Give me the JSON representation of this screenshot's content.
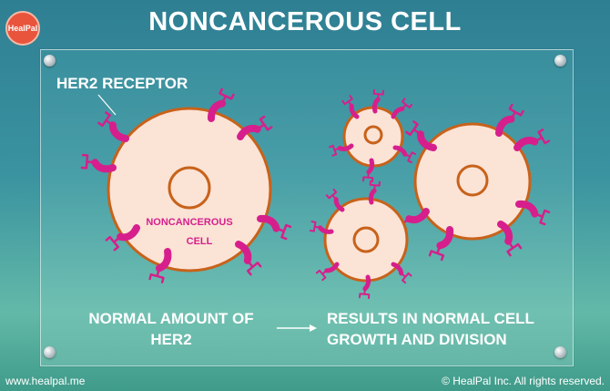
{
  "header": {
    "title": "NONCANCEROUS CELL",
    "logo_text": "HealPal"
  },
  "diagram": {
    "receptor_label": "HER2 RECEPTOR",
    "cell_label_line1": "NONCANCEROUS",
    "cell_label_line2": "CELL",
    "cause_line1": "NORMAL AMOUNT OF",
    "cause_line2": "HER2",
    "effect_line1": "RESULTS IN NORMAL CELL",
    "effect_line2": "GROWTH AND DIVISION"
  },
  "footer": {
    "website": "www.healpal.me",
    "copyright": "© HealPal Inc. All rights reserved."
  },
  "colors": {
    "cell_fill": "#fbe3d6",
    "cell_stroke": "#c8621a",
    "receptor": "#d61f8c",
    "text": "#ffffff"
  }
}
